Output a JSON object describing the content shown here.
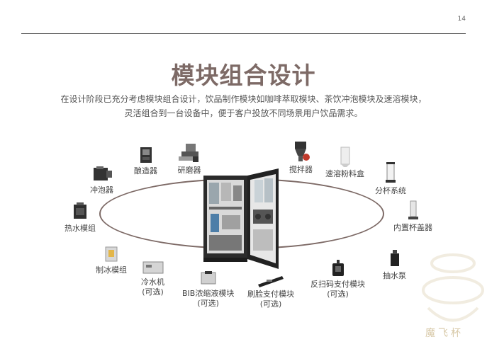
{
  "page": {
    "number": "14"
  },
  "header": {
    "title": "模块组合设计",
    "desc_line1": "在设计阶段已充分考虑模块组合设计，饮品制作模块如咖啡萃取模块、茶饮冲泡模块及速溶模块，",
    "desc_line2": "灵活组合到一台设备中，便于客户投放不同场景用户饮品需求。"
  },
  "modules": {
    "brewer": {
      "label": "酿造器"
    },
    "grinder": {
      "label": "研磨器"
    },
    "mixer": {
      "label": "搅拌器"
    },
    "instant_box": {
      "label": "速溶粉料盒"
    },
    "steeper": {
      "label": "冲泡器"
    },
    "cup_system": {
      "label": "分杯系统"
    },
    "hot_water": {
      "label": "热水模组"
    },
    "lid": {
      "label": "内置杯盖器"
    },
    "ice_maker": {
      "label": "制冰模组"
    },
    "pump": {
      "label": "抽水泵"
    },
    "chiller": {
      "label": "冷水机",
      "note": "(可选)"
    },
    "bib": {
      "label": "BIB浓缩液模块",
      "note": "(可选)"
    },
    "face_pay": {
      "label": "刷脸支付模块",
      "note": "(可选)"
    },
    "scan_pay": {
      "label": "反扫码支付模块",
      "note": "(可选)"
    }
  },
  "watermark": {
    "text": "魔飞杯"
  },
  "colors": {
    "title": "#7d6a66",
    "ellipse": "#7d6a66",
    "text": "#444444"
  }
}
